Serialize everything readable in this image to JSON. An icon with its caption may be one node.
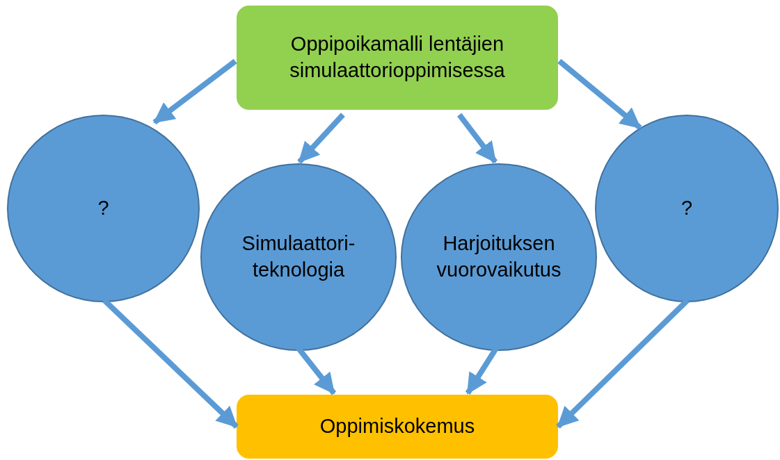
{
  "diagram": {
    "nodes": [
      {
        "text": [
          "Oppipoikamalli lentäjien simulaattorioppimisessa"
        ]
      },
      {
        "text": [
          "?"
        ]
      },
      {
        "text": [
          "Simulaattori-teknologia"
        ]
      },
      {
        "text": [
          "Harjoituksen vuorovaikutus"
        ]
      },
      {
        "text": [
          "?"
        ]
      },
      {
        "text": [
          "Oppimiskokemus"
        ]
      }
    ],
    "edges": [
      {
        "from": 0,
        "to": 1,
        "arrow": "to"
      },
      {
        "from": 0,
        "to": 2,
        "arrow": "to"
      },
      {
        "from": 0,
        "to": 3,
        "arrow": "to"
      },
      {
        "from": 0,
        "to": 4,
        "arrow": "to"
      },
      {
        "from": 1,
        "to": 5,
        "arrow": "to"
      },
      {
        "from": 2,
        "to": 5,
        "arrow": "to"
      },
      {
        "from": 3,
        "to": 5,
        "arrow": "to"
      },
      {
        "from": 4,
        "to": 5,
        "arrow": "to"
      }
    ]
  }
}
